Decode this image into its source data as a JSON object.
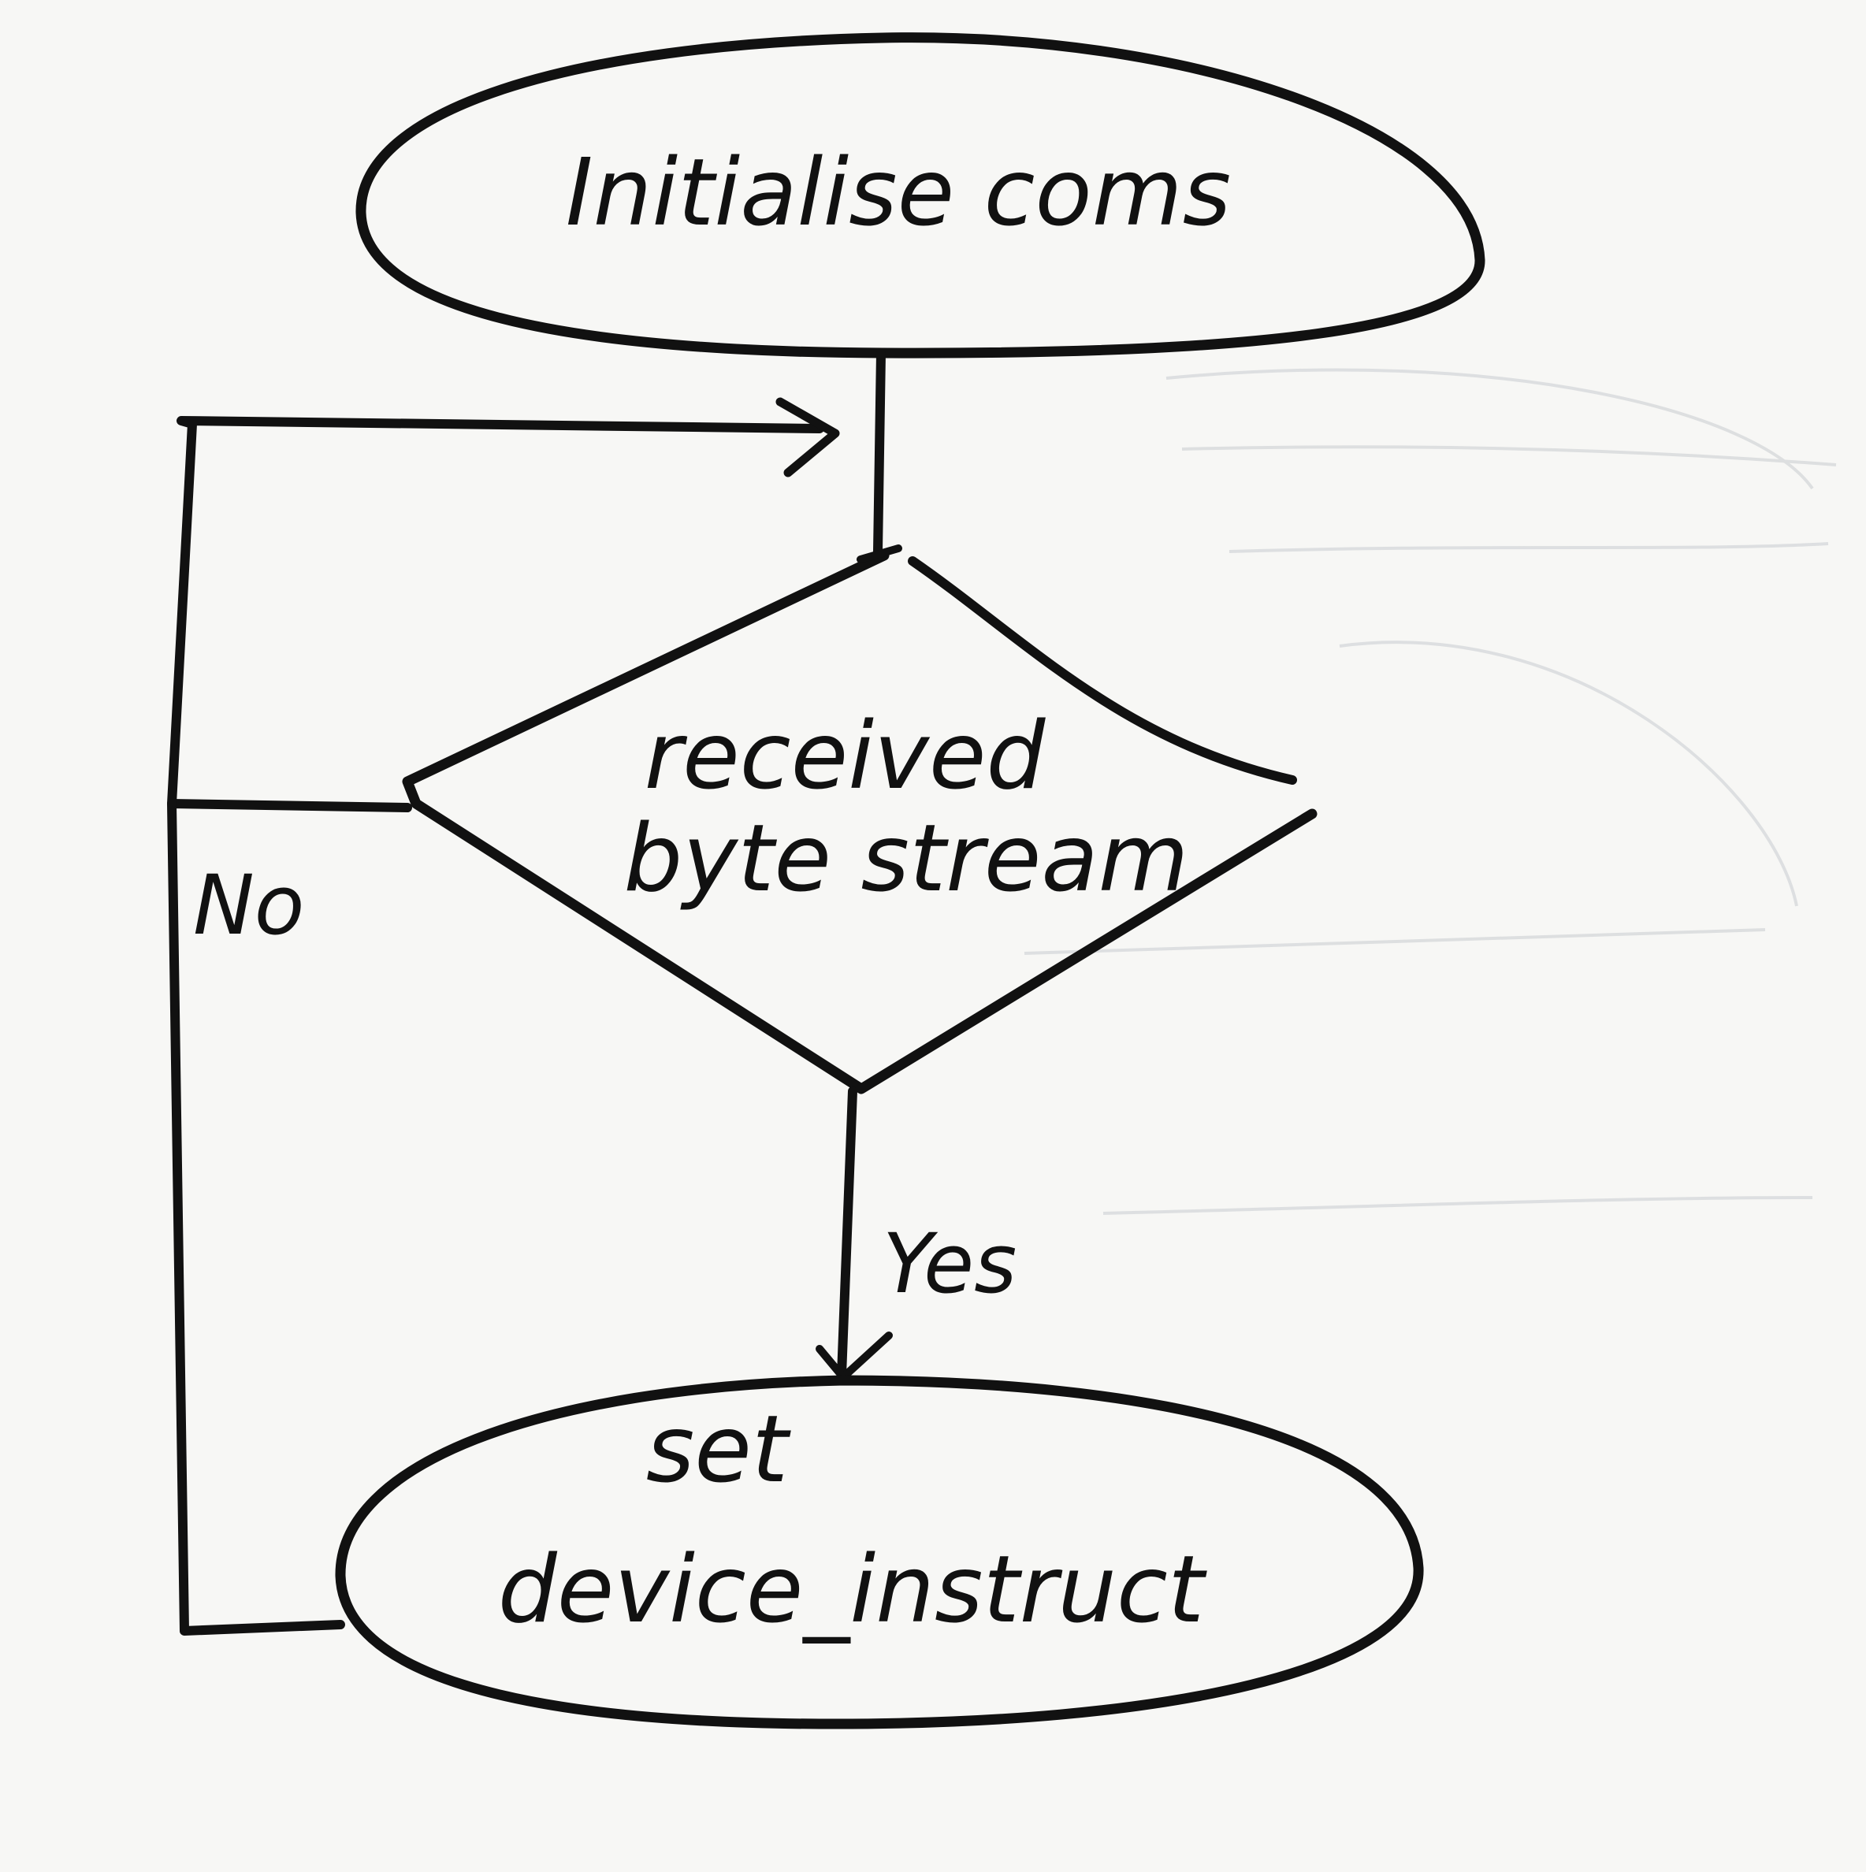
{
  "nodes": {
    "start": {
      "text": "Initialise coms"
    },
    "decision": {
      "line1": "received",
      "line2": "byte stream"
    },
    "end": {
      "line1": "set",
      "line2": "device_instruct"
    }
  },
  "edges": {
    "no_label": "No",
    "yes_label": "Yes"
  },
  "colors": {
    "ink": "#111111",
    "paper": "#f7f7f5",
    "faint_show_through": "#c9ccd0"
  }
}
